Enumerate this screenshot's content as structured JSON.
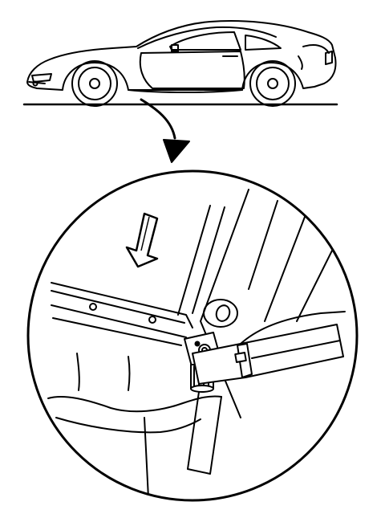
{
  "figure": {
    "colors": {
      "stroke": "#000000",
      "background": "#ffffff"
    },
    "parts": {
      "vehicle": "car-side-view",
      "indicator": "curved-arrow",
      "detail": "door-striker-detail",
      "direction": "downward-arrow"
    }
  }
}
